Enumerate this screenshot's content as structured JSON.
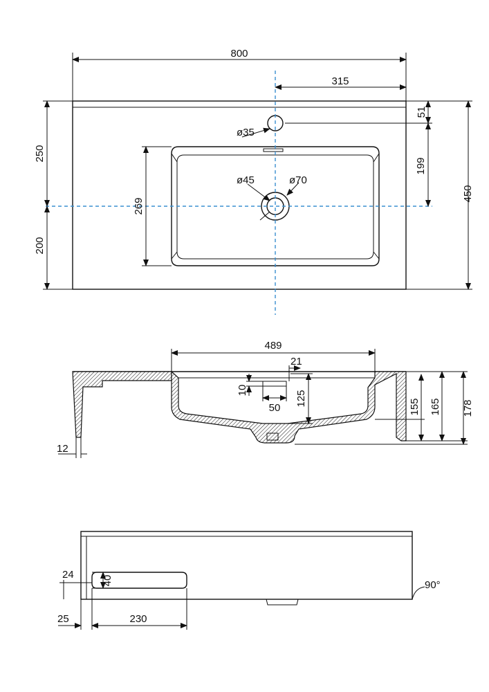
{
  "colors": {
    "line": "#111111",
    "centerline": "#3a8fd0",
    "background": "#ffffff"
  },
  "top_view": {
    "overall_width": "800",
    "tap_offset": "315",
    "tap_to_back": "51",
    "tap_hole_diameter": "ø35",
    "back_to_center": "250",
    "center_to_front": "200",
    "overall_depth": "450",
    "bowl_depth": "269",
    "tap_to_drain": "199",
    "drain_diameter": "ø45",
    "drain_outer_diameter": "ø70"
  },
  "section_view": {
    "bowl_width": "489",
    "overflow_offset": "21",
    "overflow_height": "10",
    "overflow_width": "50",
    "bowl_inner_depth": "125",
    "depth_155": "155",
    "depth_165": "165",
    "depth_178": "178",
    "wall_thickness": "12"
  },
  "front_view": {
    "cutout_height": "40",
    "cutout_offset_top": "24",
    "side_thickness": "25",
    "cutout_width": "230",
    "angle": "90°"
  }
}
